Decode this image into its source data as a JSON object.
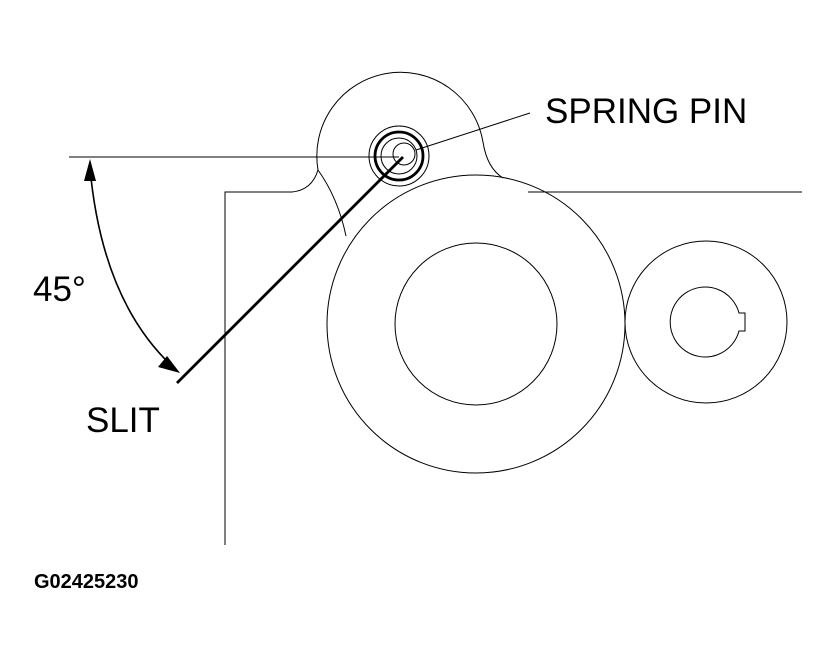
{
  "labels": {
    "spring_pin": "SPRING PIN",
    "angle": "45°",
    "slit": "SLIT",
    "figure_id": "G02425230"
  }
}
